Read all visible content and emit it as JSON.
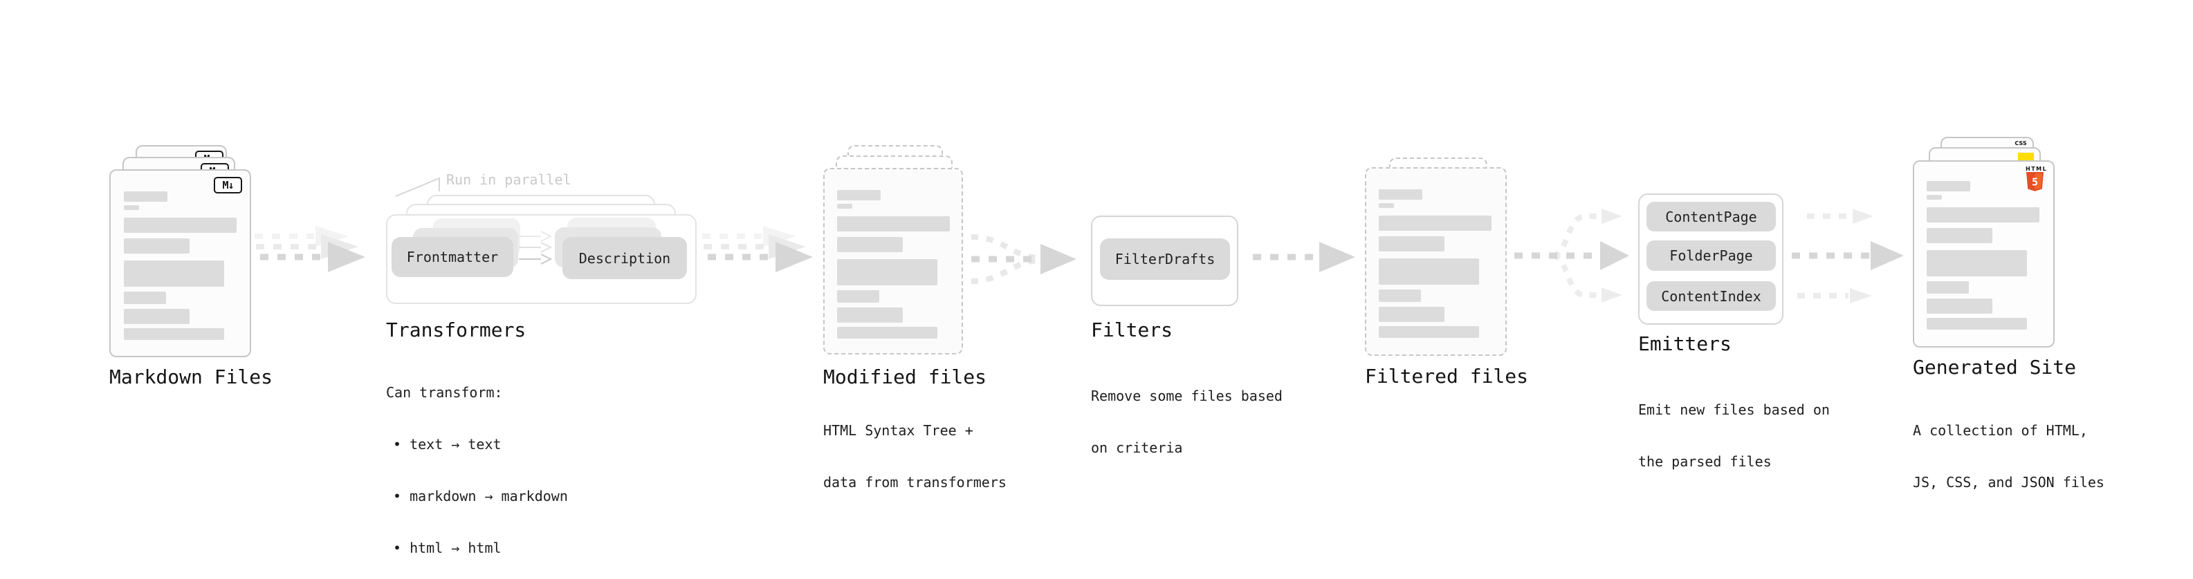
{
  "diagram": {
    "stages": [
      {
        "id": "markdown-files",
        "label": "Markdown Files"
      },
      {
        "id": "transformers",
        "label": "Transformers",
        "annotation": "Run in parallel",
        "pills": [
          "Frontmatter",
          "Description"
        ],
        "desc_lines": [
          "Can transform:",
          "• text → text",
          "• markdown → markdown",
          "• html → html"
        ]
      },
      {
        "id": "modified-files",
        "label": "Modified files",
        "desc_lines": [
          "HTML Syntax Tree +",
          "data from transformers"
        ]
      },
      {
        "id": "filters",
        "label": "Filters",
        "pills": [
          "FilterDrafts"
        ],
        "desc_lines": [
          "Remove some files based",
          "on criteria"
        ]
      },
      {
        "id": "filtered-files",
        "label": "Filtered files"
      },
      {
        "id": "emitters",
        "label": "Emitters",
        "pills": [
          "ContentPage",
          "FolderPage",
          "ContentIndex"
        ],
        "desc_lines": [
          "Emit new files based on",
          "the parsed files"
        ]
      },
      {
        "id": "generated-site",
        "label": "Generated Site",
        "desc_lines": [
          "A collection of HTML,",
          "JS, CSS, and JSON files"
        ]
      }
    ],
    "icons": {
      "markdown": "M↓",
      "css_label": "CSS",
      "html5_wordmark": "HTML",
      "html5_numeral": "5"
    },
    "colors": {
      "arrow": "#d6d6d6",
      "arrow_light": "#ececec",
      "bar": "#dcdcdc",
      "pill": "#dadada",
      "card_border": "#c6c6c6",
      "annotation": "#c9c9c9",
      "html5_orange": "#e44d26",
      "html5_orange_light": "#f16529",
      "js_yellow": "#ffdd00",
      "css_blue": "#2e6bf0",
      "text": "#1a1a1a"
    }
  }
}
